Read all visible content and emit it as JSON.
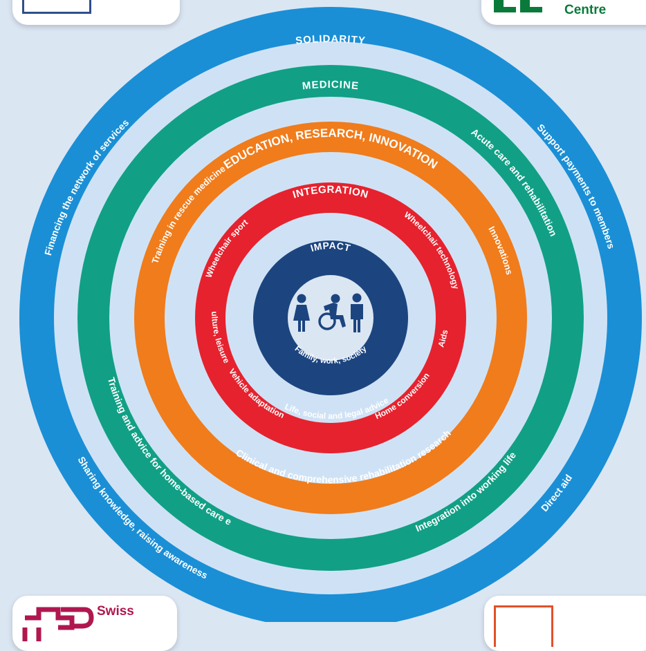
{
  "rings": {
    "solidarity": {
      "title": "SOLIDARITY",
      "items": [
        "Financing the network of services",
        "Support payments to members",
        "Sharing knowledge, raising awareness",
        "Direct aid"
      ],
      "color": "#1a8fd6"
    },
    "medicine": {
      "title": "MEDICINE",
      "items": [
        "Acute care and rehabilitation",
        "Training and advice for home-based care e",
        "Integration into working life"
      ],
      "color": "#11a085"
    },
    "education": {
      "title": "EDUCATION, RESEARCH, INNOVATION",
      "items": [
        "Training in rescue medicine",
        "Innovations",
        "Clinical and comprehensive rehabilitation research"
      ],
      "color": "#f07c1b"
    },
    "integration": {
      "title": "INTEGRATION",
      "items": [
        "Wheelchair sport",
        "Wheelchair technology",
        "Culture, leisure",
        "Vehicle adaptation",
        "Home conversion",
        "Aids",
        "Life, social and legal advice"
      ],
      "color": "#e6222e"
    },
    "impact": {
      "title": "IMPACT",
      "subtitle": "Family, work, society",
      "color": "#1c4580"
    }
  },
  "icons": [
    "woman-icon",
    "wheelchair-user-icon",
    "man-icon"
  ],
  "cards": {
    "top_right_text": "Centre",
    "bottom_left_text": "Swiss"
  },
  "colors": {
    "background": "#dbe6f3",
    "light_ring": "#cfe2f5"
  }
}
